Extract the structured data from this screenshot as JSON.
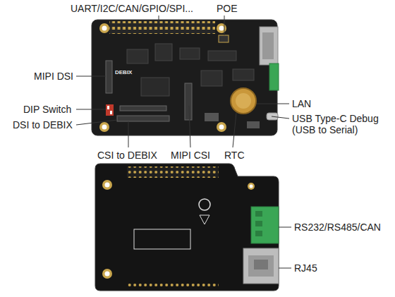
{
  "diagram": {
    "labels": [
      "UART/I2C/CAN/GPIO/SPI...",
      "POE",
      "MIPI DSI",
      "DIP Switch",
      "DSI to DEBIX",
      "LAN",
      "USB Type-C Debug (USB to Serial)",
      "CSI to DEBIX",
      "MIPI CSI",
      "RTC",
      "RS232/RS485/CAN",
      "RJ45",
      "DEBIX"
    ]
  }
}
